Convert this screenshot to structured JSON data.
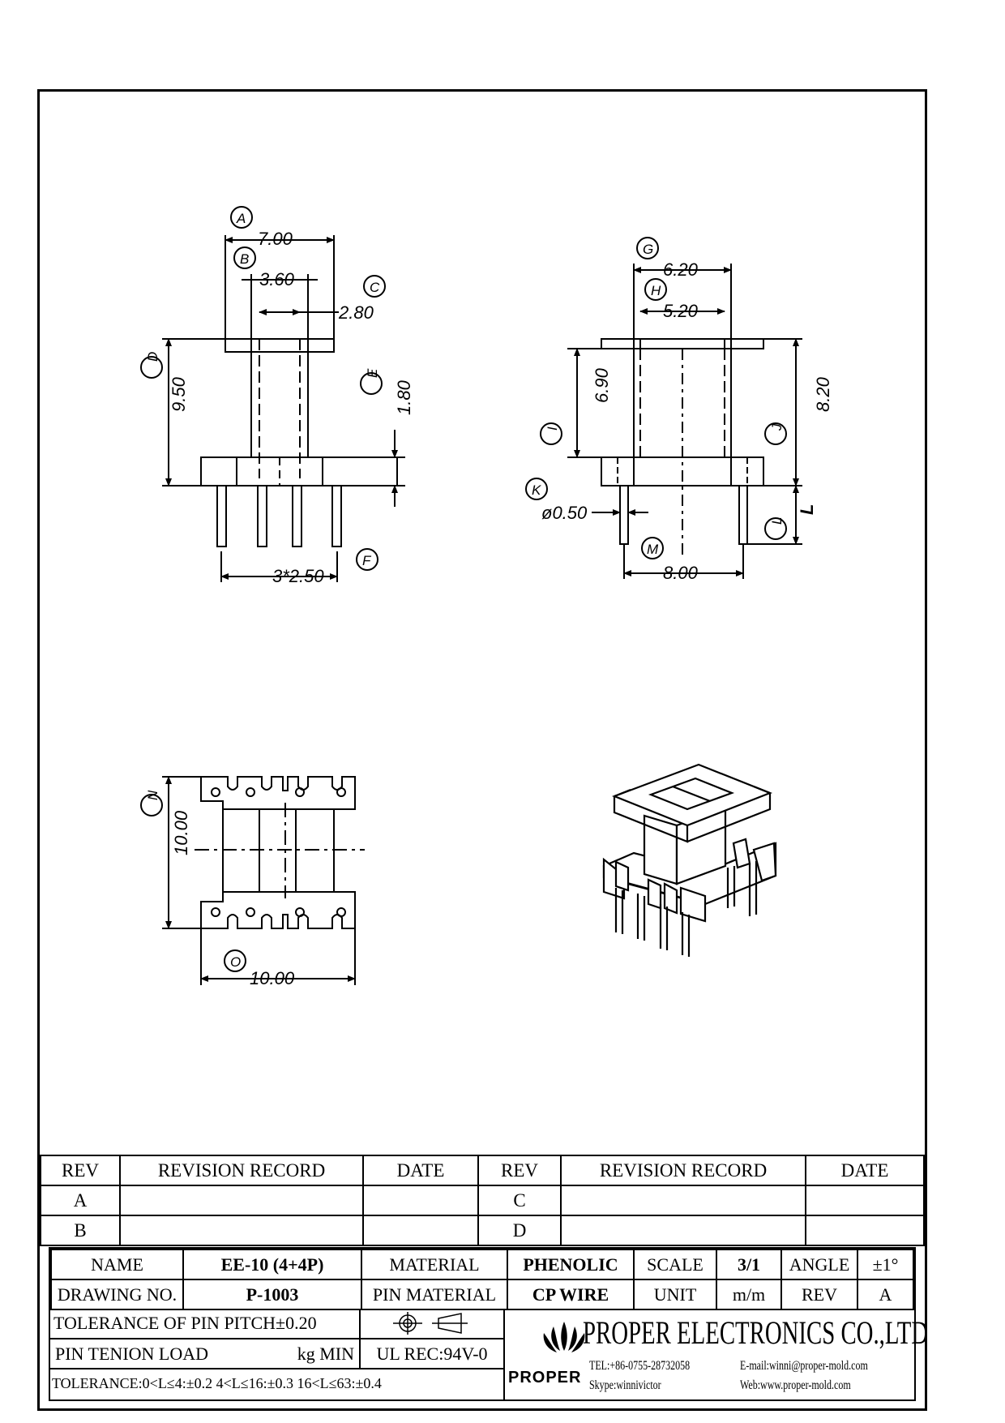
{
  "front_view": {
    "labels": {
      "A": "A",
      "B": "B",
      "C": "C",
      "D": "D",
      "E": "E",
      "F": "F"
    },
    "dims": {
      "a": "7.00",
      "b": "3.60",
      "c": "2.80",
      "d": "9.50",
      "e": "1.80",
      "f": "3*2.50"
    }
  },
  "side_view": {
    "labels": {
      "G": "G",
      "H": "H",
      "I": "I",
      "J": "J",
      "K": "K",
      "L": "L",
      "M": "M"
    },
    "dims": {
      "g": "6.20",
      "h": "5.20",
      "i": "6.90",
      "j": "8.20",
      "k": "ø0.50",
      "l": "L",
      "m": "8.00"
    }
  },
  "bottom_view": {
    "labels": {
      "N": "N",
      "O": "O"
    },
    "dims": {
      "n": "10.00",
      "o": "10.00"
    }
  },
  "revision_table": {
    "headers": [
      "REV",
      "REVISION RECORD",
      "DATE",
      "REV",
      "REVISION RECORD",
      "DATE"
    ],
    "rows": [
      [
        "A",
        "",
        "",
        "C",
        "",
        ""
      ],
      [
        "B",
        "",
        "",
        "D",
        "",
        ""
      ]
    ]
  },
  "title_block": {
    "name_label": "NAME",
    "name_value": "EE-10 (4+4P)",
    "material_label": "MATERIAL",
    "material_value": "PHENOLIC",
    "scale_label": "SCALE",
    "scale_value": "3/1",
    "angle_label": "ANGLE",
    "angle_value": "±1°",
    "drawing_no_label": "DRAWING NO.",
    "drawing_no_value": "P-1003",
    "pin_material_label": "PIN MATERIAL",
    "pin_material_value": "CP WIRE",
    "unit_label": "UNIT",
    "unit_value": "m/m",
    "rev_label": "REV",
    "rev_value": "A",
    "pin_pitch_tol": "TOLERANCE OF PIN PITCH±0.20",
    "pin_tension": "PIN TENION LOAD",
    "pin_tension_unit": "kg MIN",
    "ul": "UL REC:94V-0",
    "tolerance": "TOLERANCE:0<L≤4:±0.2  4<L≤16:±0.3  16<L≤63:±0.4",
    "company": "PROPER ELECTRONICS CO.,LTD",
    "brand": "PROPER",
    "tel": "TEL:+86-0755-28732058",
    "email": "E-mail:winni@proper-mold.com",
    "skype": "Skype:winnivictor",
    "web": "Web:www.proper-mold.com"
  }
}
